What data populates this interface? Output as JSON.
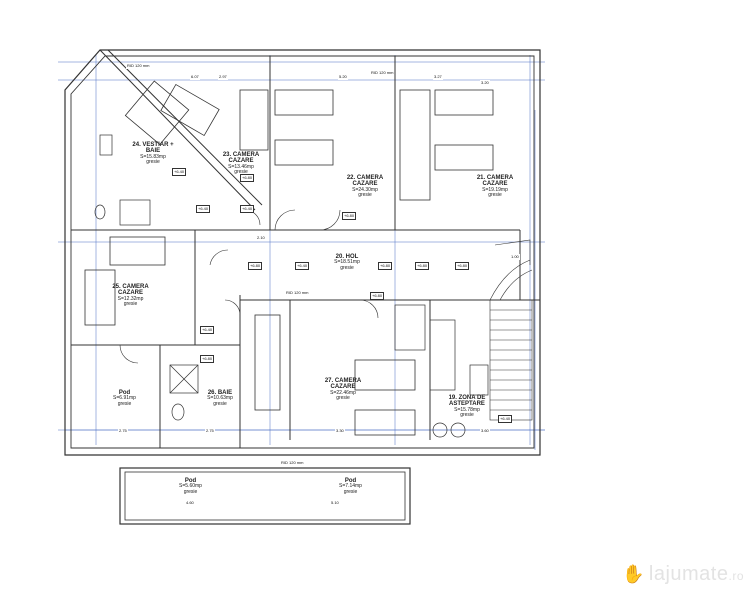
{
  "plan": {
    "rooms": [
      {
        "id": "r24",
        "name": "24. VESTIAR + BAIE",
        "area": "S=15.83mp",
        "floor": "gresie"
      },
      {
        "id": "r23",
        "name": "23. CAMERA CAZARE",
        "area": "S=13.46mp",
        "floor": "gresie"
      },
      {
        "id": "r22",
        "name": "22. CAMERA CAZARE",
        "area": "S=24.30mp",
        "floor": "gresie"
      },
      {
        "id": "r21",
        "name": "21. CAMERA CAZARE",
        "area": "S=19.19mp",
        "floor": "gresie"
      },
      {
        "id": "r20",
        "name": "20. HOL",
        "area": "S=18.51mp",
        "floor": "gresie"
      },
      {
        "id": "r25",
        "name": "25. CAMERA CAZARE",
        "area": "S=12.32mp",
        "floor": "gresie"
      },
      {
        "id": "r26",
        "name": "26. BAIE",
        "area": "S=10.63mp",
        "floor": "gresie"
      },
      {
        "id": "r27",
        "name": "27. CAMERA CAZARE",
        "area": "S=22.46mp",
        "floor": "gresie"
      },
      {
        "id": "r19",
        "name": "19. ZONA DE ASTEPTARE",
        "area": "S=15.78mp",
        "floor": "gresie"
      },
      {
        "id": "pod1",
        "name": "Pod",
        "area": "S=6.91mp",
        "floor": "gresie"
      },
      {
        "id": "pod2",
        "name": "Pod",
        "area": "S=5.60mp",
        "floor": "gresie"
      },
      {
        "id": "pod3",
        "name": "Pod",
        "area": "S=7.14mp",
        "floor": "gresie"
      }
    ],
    "level_tags": [
      "+6.40",
      "+6.80",
      "+6.40",
      "+6.40",
      "+6.80",
      "+6.80",
      "+6.40",
      "+6.80",
      "+6.80",
      "+6.80",
      "+6.80",
      "+6.40",
      "+6.80",
      "+6.40"
    ],
    "dimensions": [
      "6.07",
      "2.97",
      "5.20",
      "3.27",
      "3.20",
      "2.10",
      "1.00",
      "2.75",
      "2.75",
      "3.30",
      "3.60",
      "4.60",
      "5.10"
    ],
    "roof_notes": [
      "RID 120 mm",
      "RID 120 mm",
      "RID 120 mm",
      "RID 120 mm"
    ]
  },
  "watermark": {
    "icon": "handshake-icon",
    "brand": "lajumate",
    "tld": ".ro"
  },
  "colors": {
    "wall": "#333333",
    "grid": "#4a6fc4",
    "background": "#ffffff"
  }
}
